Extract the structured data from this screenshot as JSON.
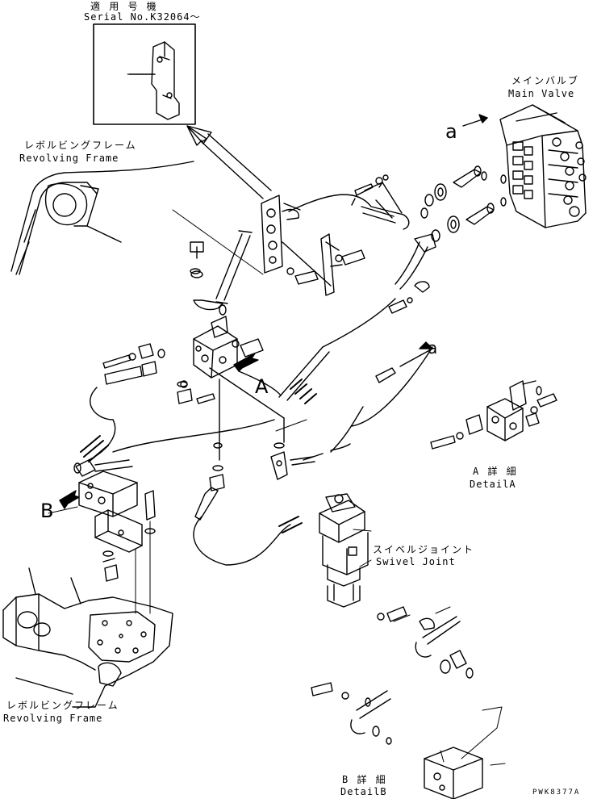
{
  "labels": {
    "applicable_jp": "適 用 号 機",
    "serial": "Serial No.K32064～",
    "revolving_frame_top_jp": "レボルビングフレーム",
    "revolving_frame_top_en": "Revolving Frame",
    "main_valve_jp": "メインバルブ",
    "main_valve_en": "Main Valve",
    "ref_a_top": "a",
    "ref_a_mid": "a",
    "callout_A": "A",
    "callout_B": "B",
    "detail_a_jp": "A 詳 細",
    "detail_a_en": "DetailA",
    "swivel_joint_jp": "スイベルジョイント",
    "swivel_joint_en": "Swivel Joint",
    "revolving_frame_bottom_jp": "レボルビングフレーム",
    "revolving_frame_bottom_en": "Revolving Frame",
    "detail_b_jp": "B 詳 細",
    "detail_b_en": "DetailB",
    "drawing_code": "PWK8377A"
  },
  "colors": {
    "ink": "#000000",
    "paper": "#ffffff"
  }
}
